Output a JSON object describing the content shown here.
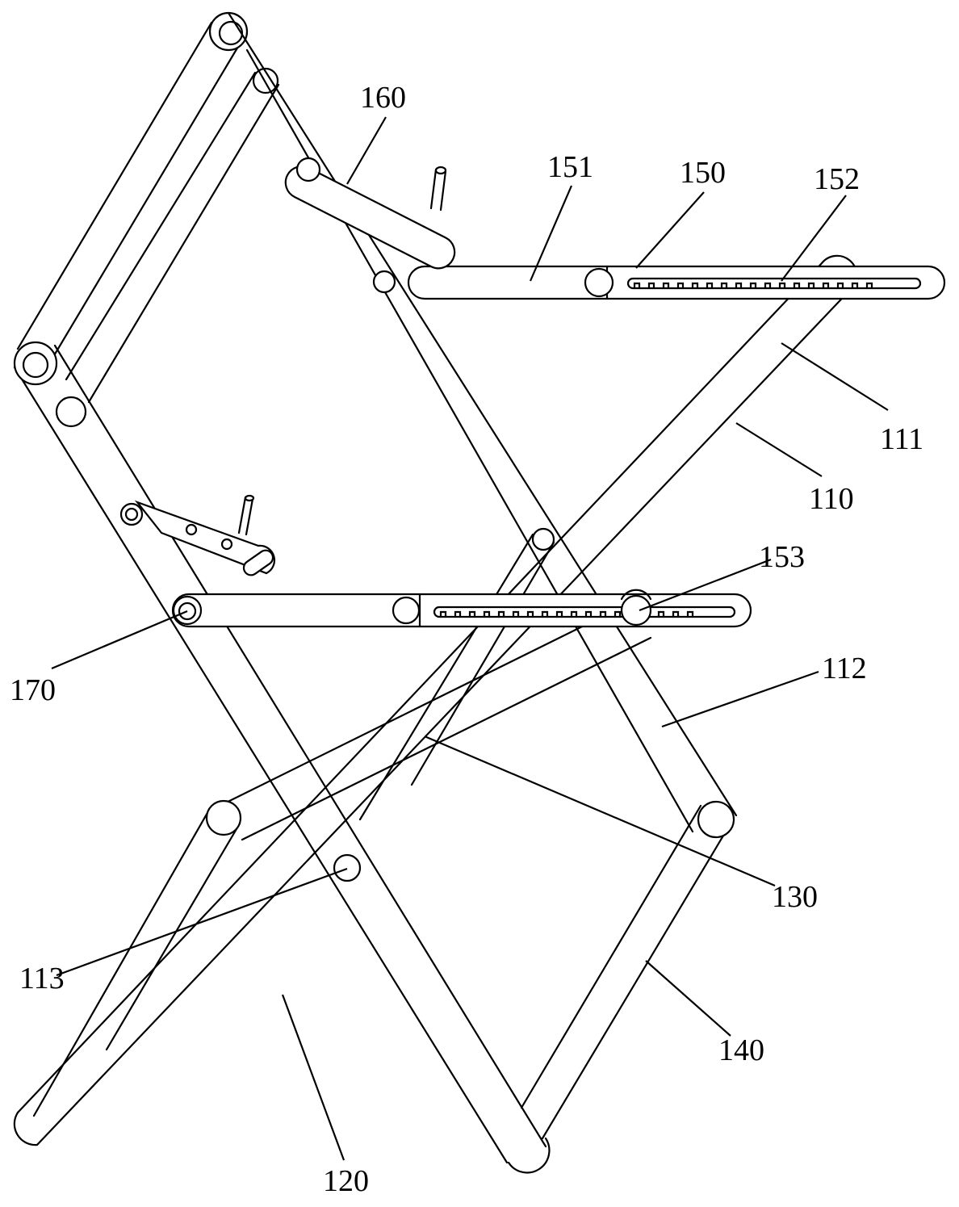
{
  "labels": {
    "l160": "160",
    "l151": "151",
    "l150": "150",
    "l152": "152",
    "l111": "111",
    "l110": "110",
    "l153": "153",
    "l170": "170",
    "l112": "112",
    "l130": "130",
    "l113": "113",
    "l140": "140",
    "l120": "120"
  }
}
